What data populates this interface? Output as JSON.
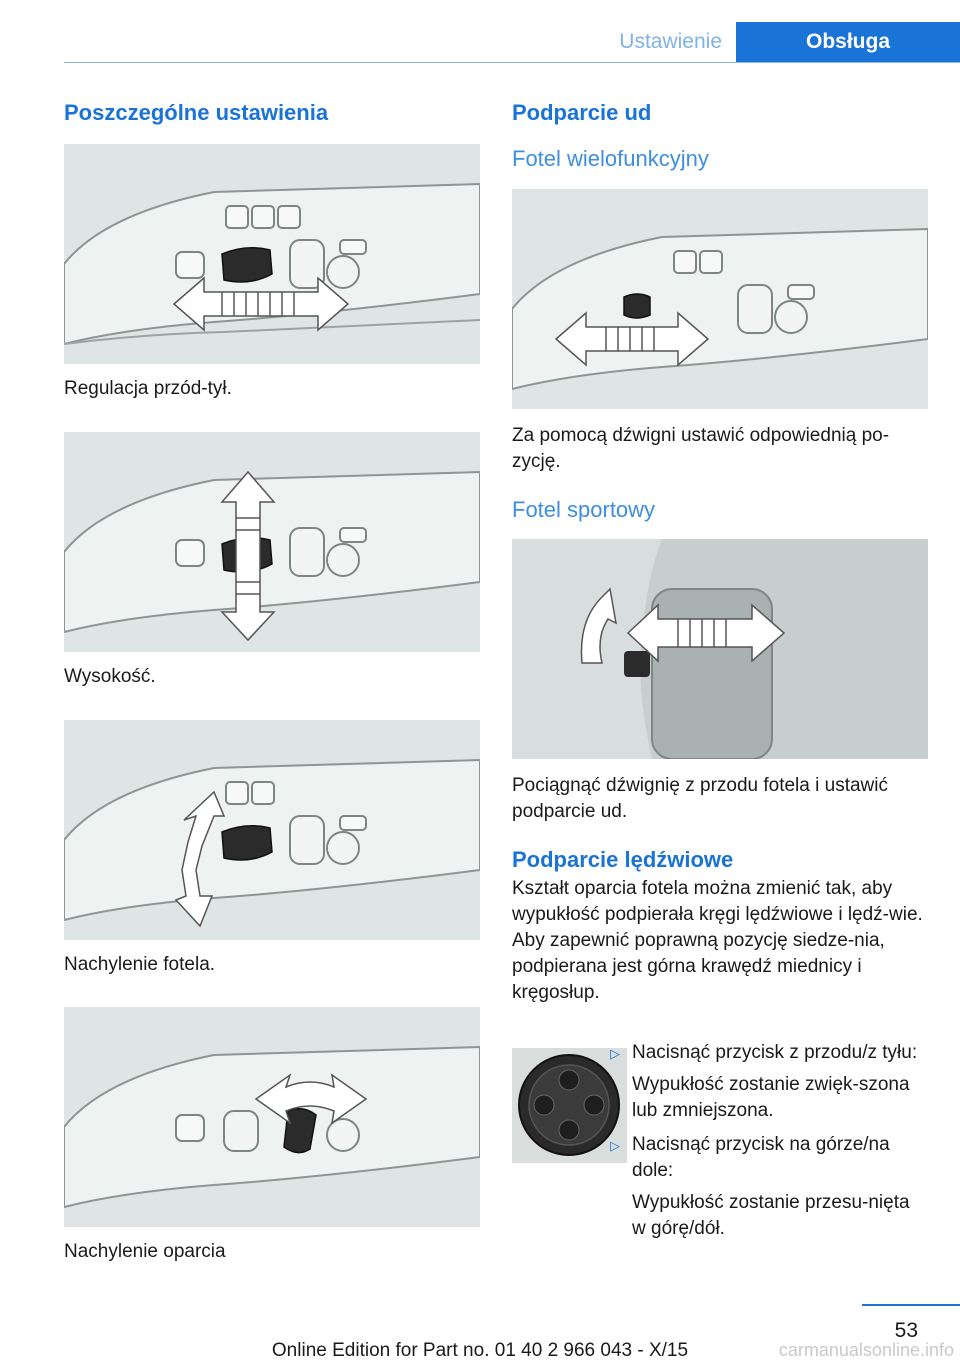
{
  "header": {
    "section": "Ustawienie",
    "tab": "Obsługa"
  },
  "left": {
    "title": "Poszczególne ustawienia",
    "figures": [
      {
        "caption": "Regulacja przód-tył.",
        "arrow": "horizontal"
      },
      {
        "caption": "Wysokość.",
        "arrow": "vertical"
      },
      {
        "caption": "Nachylenie fotela.",
        "arrow": "tilt"
      },
      {
        "caption": "Nachylenie oparcia",
        "arrow": "backrest"
      }
    ]
  },
  "right": {
    "title": "Podparcie ud",
    "multi": {
      "heading": "Fotel wielofunkcyjny",
      "text": "Za pomocą dźwigni ustawić odpowiednią po-zycję."
    },
    "sport": {
      "heading": "Fotel sportowy",
      "text": "Pociągnąć dźwignię z przodu fotela i ustawić podparcie ud."
    },
    "lumbar": {
      "heading": "Podparcie lędźwiowe",
      "text": "Kształt oparcia fotela można zmienić tak, aby wypukłość podpierała kręgi lędźwiowe i lędź-wie. Aby zapewnić poprawną pozycję siedze-nia, podpierana jest górna krawędź miednicy i kręgosłup.",
      "items": [
        {
          "action": "Nacisnąć przycisk z przodu/z tyłu:",
          "result": "Wypukłość zostanie zwięk-szona lub zmniejszona."
        },
        {
          "action": "Nacisnąć przycisk na górze/na dole:",
          "result": "Wypukłość zostanie przesu-nięta w górę/dół."
        }
      ]
    }
  },
  "footer": {
    "page": "53",
    "edition": "Online Edition for Part no. 01 40 2 966 043 - X/15",
    "watermark": "carmanualsonline.info"
  },
  "colors": {
    "accent": "#1a73d6",
    "accent_light": "#7fb3e6",
    "figure_bg": "#dfe5e4",
    "control_dark": "#2b2b2b"
  },
  "icons": {
    "list_marker": "▷"
  }
}
